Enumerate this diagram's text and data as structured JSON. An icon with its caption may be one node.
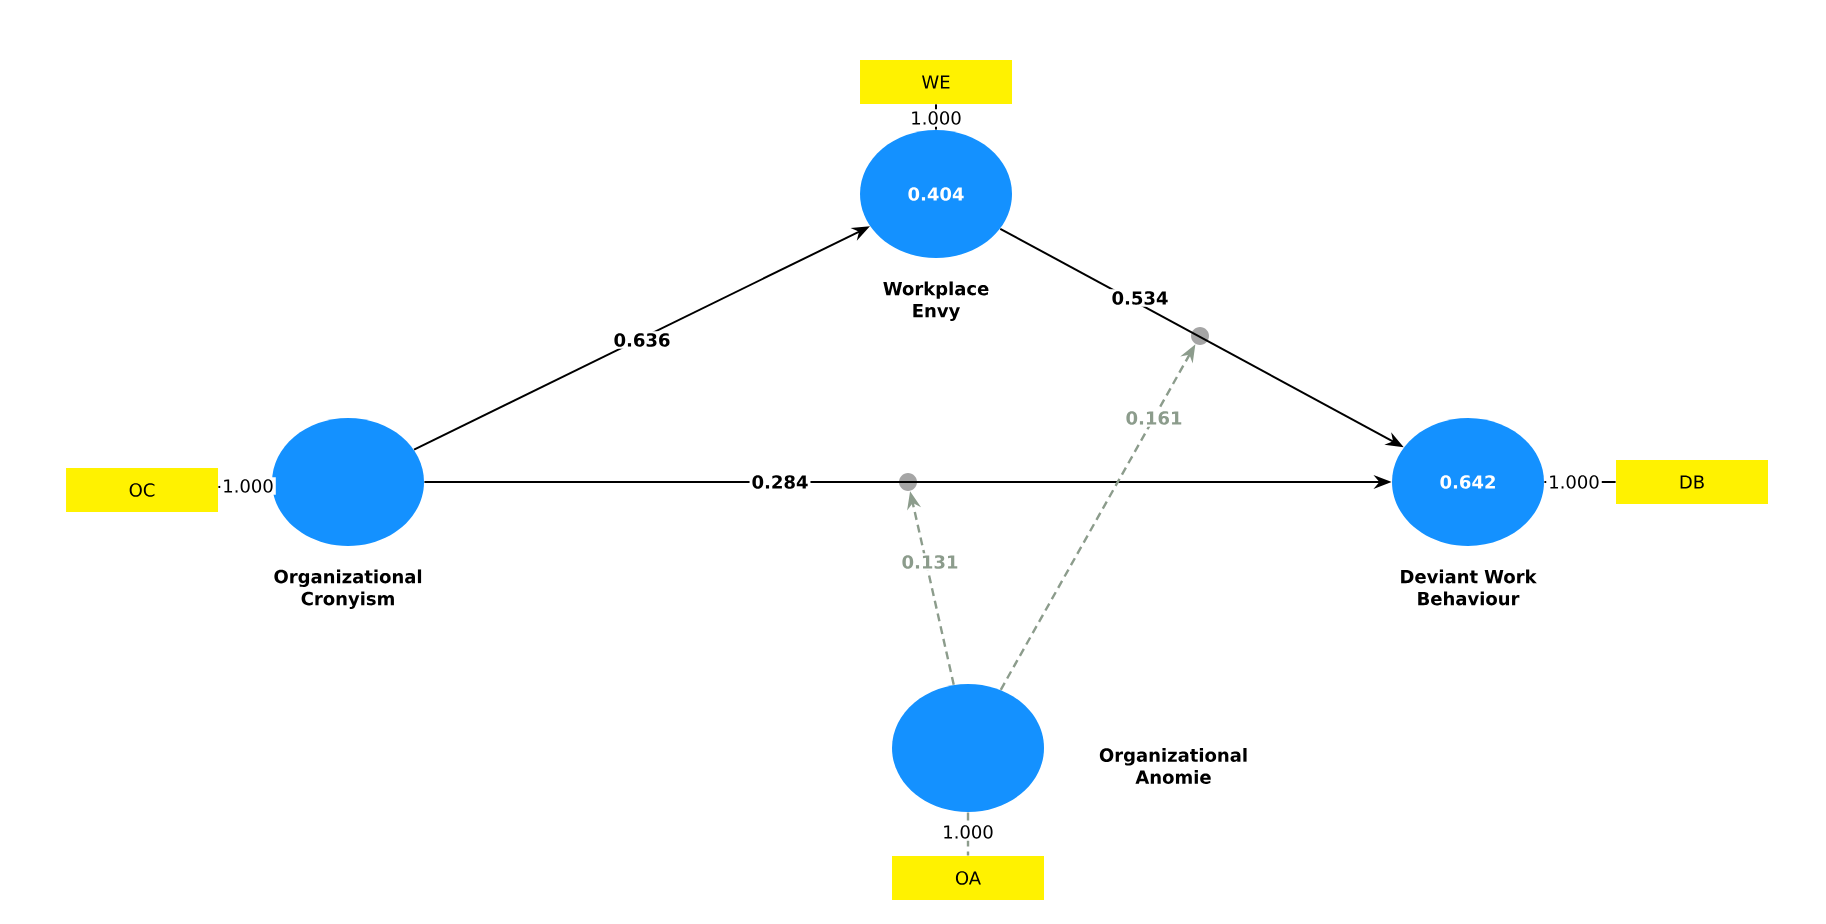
{
  "diagram": {
    "nodes": [
      {
        "text": [
          "WE"
        ]
      },
      {
        "text": [
          "0.404",
          "Workplace Envy"
        ]
      },
      {
        "text": [
          "OC"
        ]
      },
      {
        "text": [
          "Organizational Cronyism"
        ]
      },
      {
        "text": [
          "0.642",
          "Deviant Work Behaviour"
        ]
      },
      {
        "text": [
          "DB"
        ]
      },
      {
        "text": [
          "Organizational Anomie"
        ]
      },
      {
        "text": [
          "OA"
        ]
      },
      {
        "text": [],
        "shape": "circle"
      },
      {
        "text": [],
        "shape": "circle"
      }
    ],
    "edges": [
      {
        "from": 1,
        "to": 0,
        "arrow": "none",
        "label": "1.000"
      },
      {
        "from": 3,
        "to": 2,
        "arrow": "none",
        "label": "1.000"
      },
      {
        "from": 4,
        "to": 5,
        "arrow": "none",
        "label": "1.000"
      },
      {
        "from": 6,
        "to": 7,
        "arrow": "none",
        "label": "1.000",
        "style": "dashed",
        "color": "#8c9c8c"
      },
      {
        "from": 3,
        "to": 1,
        "arrow": "to",
        "label": "0.636"
      },
      {
        "from": 1,
        "to": 4,
        "arrow": "to",
        "label": "0.534"
      },
      {
        "from": 3,
        "to": 4,
        "arrow": "to",
        "label": "0.284"
      },
      {
        "from": 6,
        "to": 9,
        "arrow": "to",
        "label": "0.131",
        "style": "dashed",
        "color": "#8c9c8c"
      },
      {
        "from": 6,
        "to": 8,
        "arrow": "to",
        "label": "0.161",
        "style": "dashed",
        "color": "#8c9c8c"
      }
    ]
  }
}
